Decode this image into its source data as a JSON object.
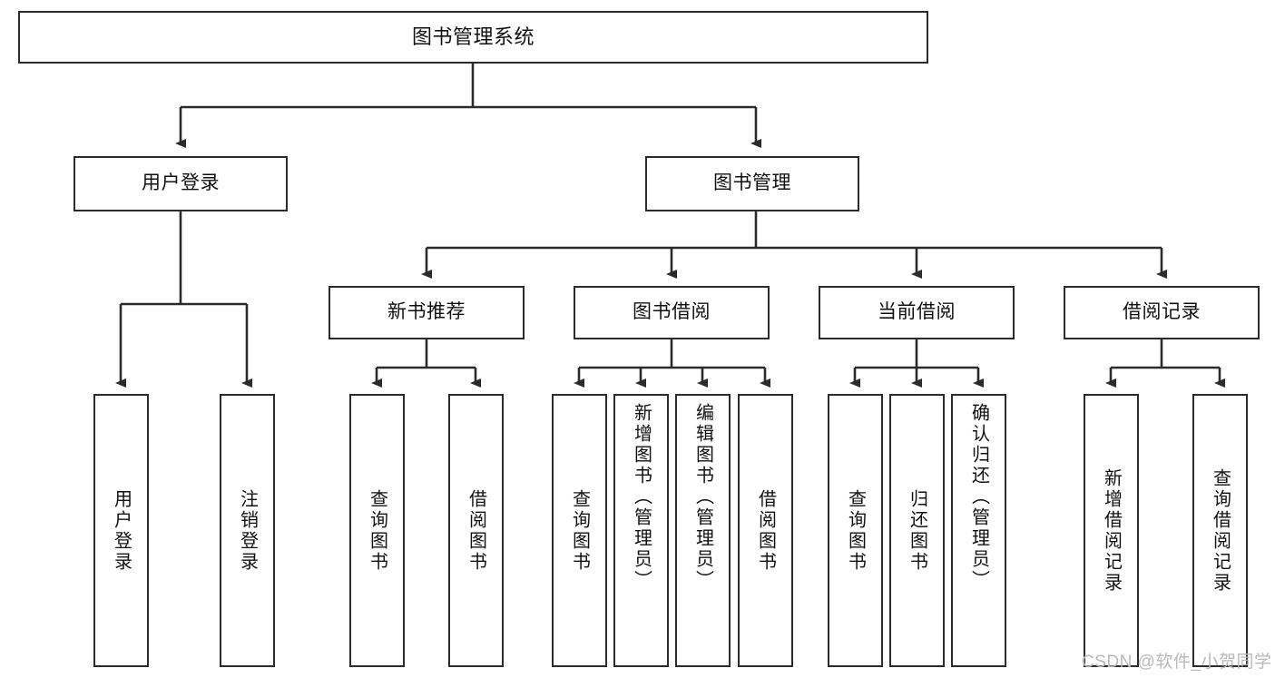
{
  "diagram": {
    "title": "图书管理系统",
    "style": {
      "box_border_color": "#2b2b2b",
      "box_fill_color": "#ffffff",
      "line_color": "#2b2b2b",
      "text_color": "#111111",
      "background": "#ffffff"
    },
    "levels": {
      "root": {
        "label": "图书管理系统"
      },
      "level2": [
        {
          "label": "用户登录"
        },
        {
          "label": "图书管理"
        }
      ],
      "level3": [
        {
          "label": "新书推荐"
        },
        {
          "label": "图书借阅"
        },
        {
          "label": "当前借阅"
        },
        {
          "label": "借阅记录"
        }
      ],
      "leaves": {
        "user_login": [
          {
            "label": "用户登录"
          },
          {
            "label": "注销登录"
          }
        ],
        "new_book_recommend": [
          {
            "label": "查询图书"
          },
          {
            "label": "借阅图书"
          }
        ],
        "book_borrow": [
          {
            "label": "查询图书"
          },
          {
            "label": "新增图书（管理员）"
          },
          {
            "label": "编辑图书（管理员）"
          },
          {
            "label": "借阅图书"
          }
        ],
        "current_borrow": [
          {
            "label": "查询图书"
          },
          {
            "label": "归还图书"
          },
          {
            "label": "确认归还（管理员）"
          }
        ],
        "borrow_record": [
          {
            "label": "新增借阅记录"
          },
          {
            "label": "查询借阅记录"
          }
        ]
      }
    }
  },
  "watermark": {
    "text": "CSDN @软件_小贺同学"
  }
}
